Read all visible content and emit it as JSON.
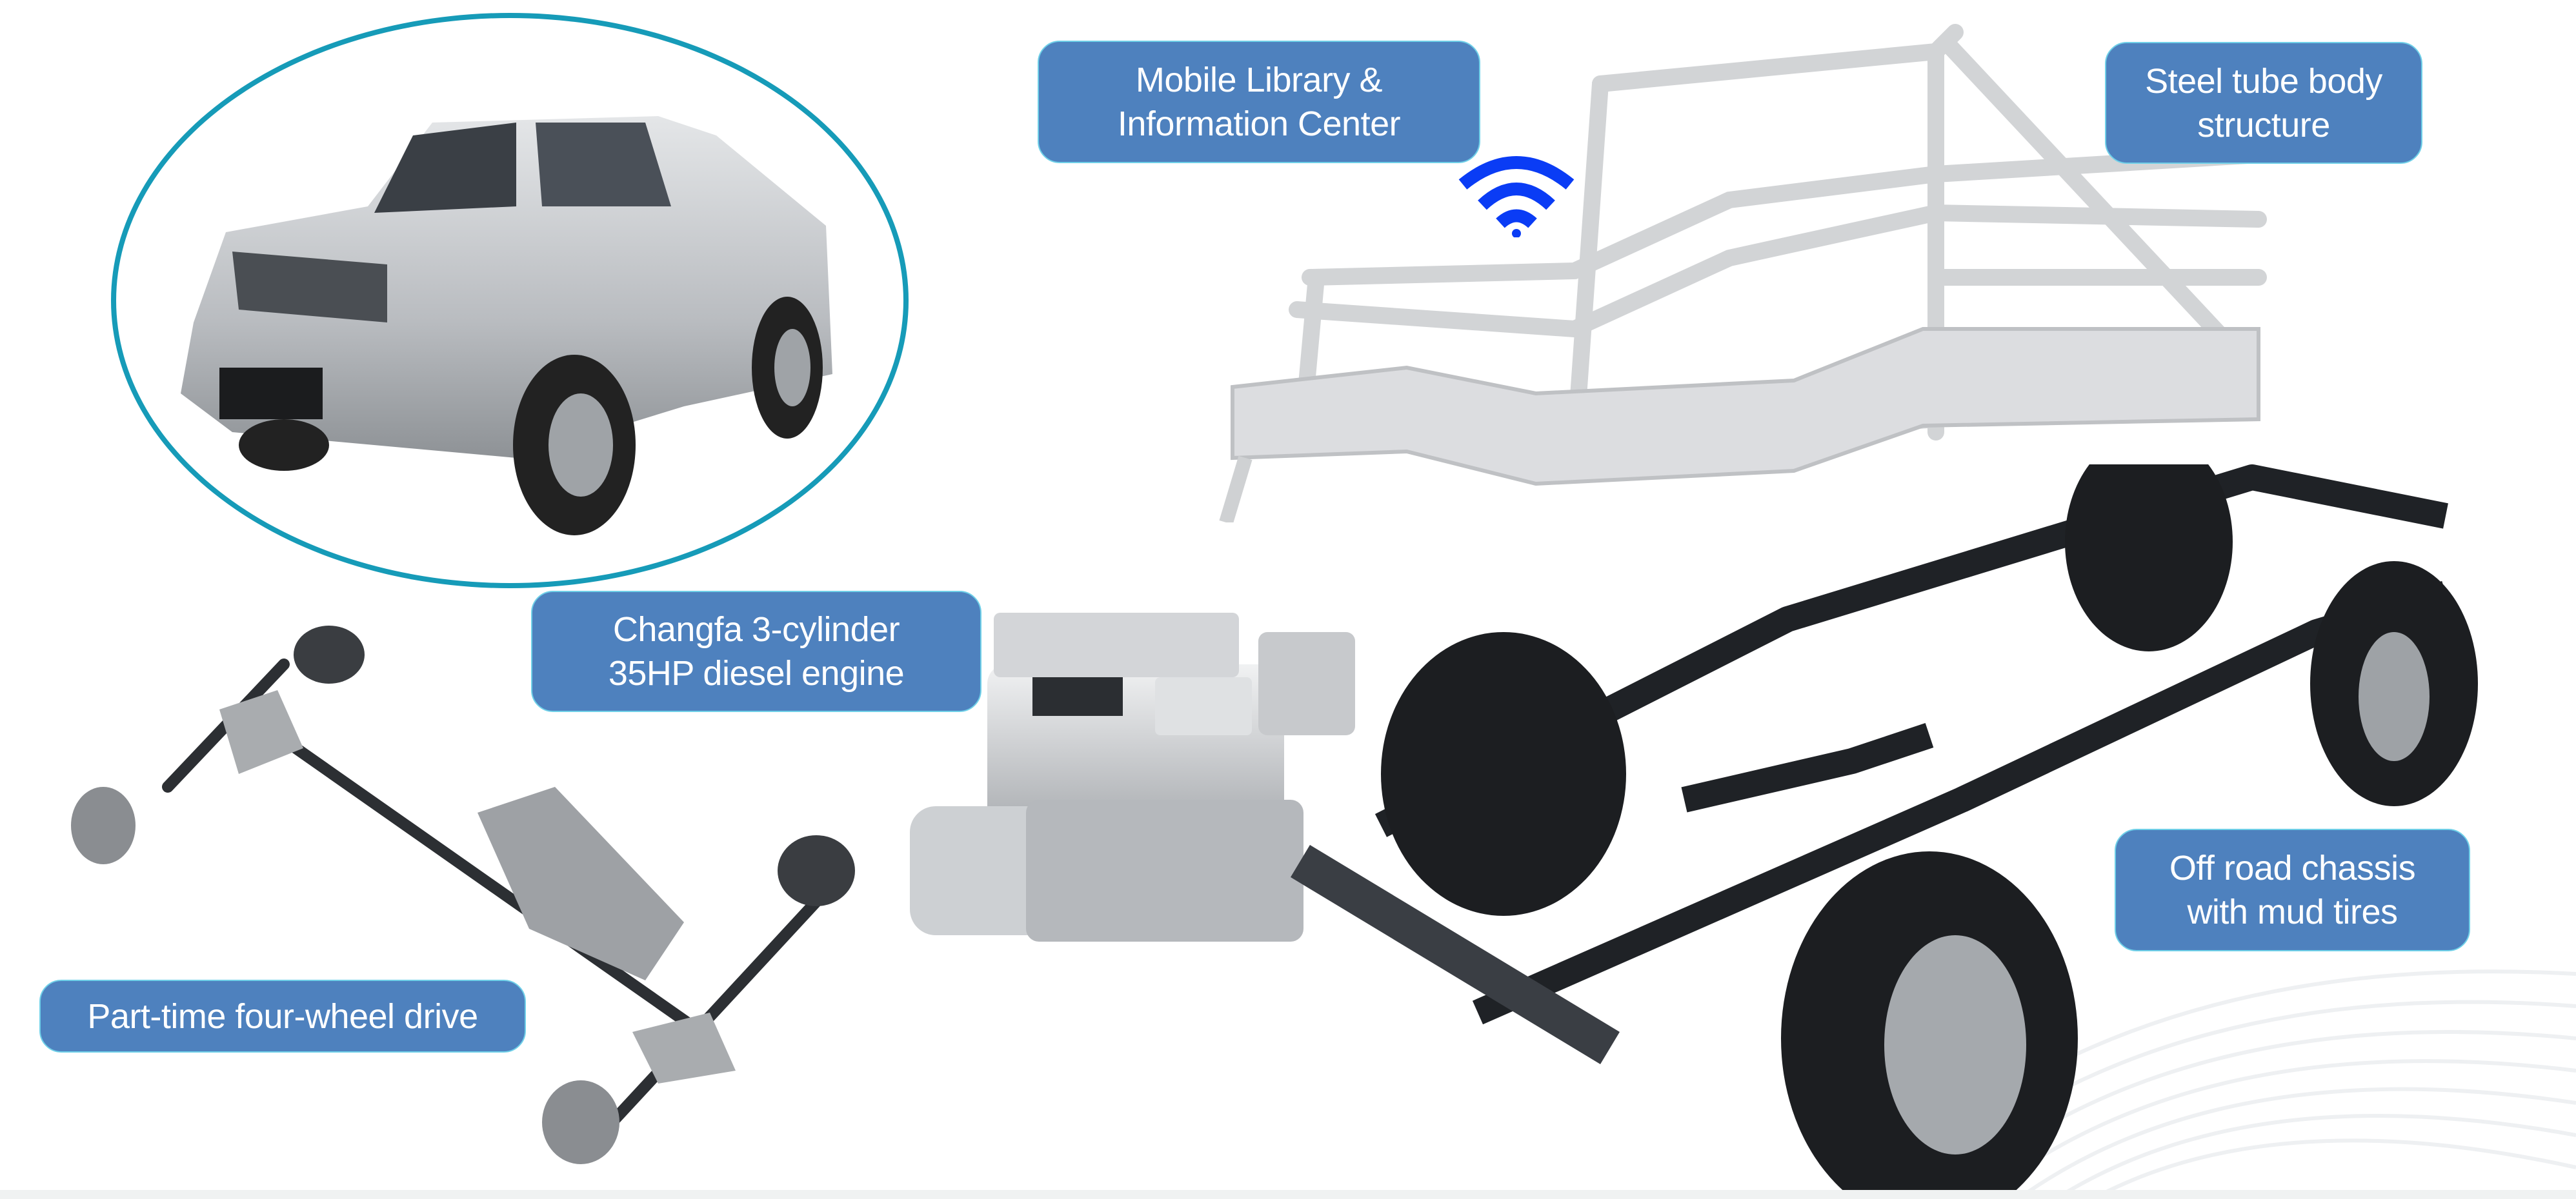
{
  "colors": {
    "label_fill": "#4E81BE",
    "label_border": "#6FD0E8",
    "label_text": "#FFFFFF",
    "ellipse_border": "#169BB8",
    "wifi_icon": "#0A3CF5",
    "bottom_strip": "#F0F2F2",
    "background": "#FFFFFF"
  },
  "labels": {
    "mobile_library": "Mobile Library &\nInformation Center",
    "steel_tube": "Steel tube body\nstructure",
    "engine": "Changfa 3-cylinder\n35HP diesel engine",
    "chassis": "Off road chassis\nwith mud tires",
    "drivetrain": "Part-time four-wheel drive"
  },
  "images": {
    "truck": "silver-pickup-truck-photo",
    "frame": "steel-tube-body-frame-render",
    "engine": "diesel-engine-photo",
    "drivetrain": "four-wheel-drive-drivetrain-render",
    "chassis": "off-road-chassis-with-mud-tires-render"
  },
  "icons": {
    "wifi": "wifi-icon"
  }
}
